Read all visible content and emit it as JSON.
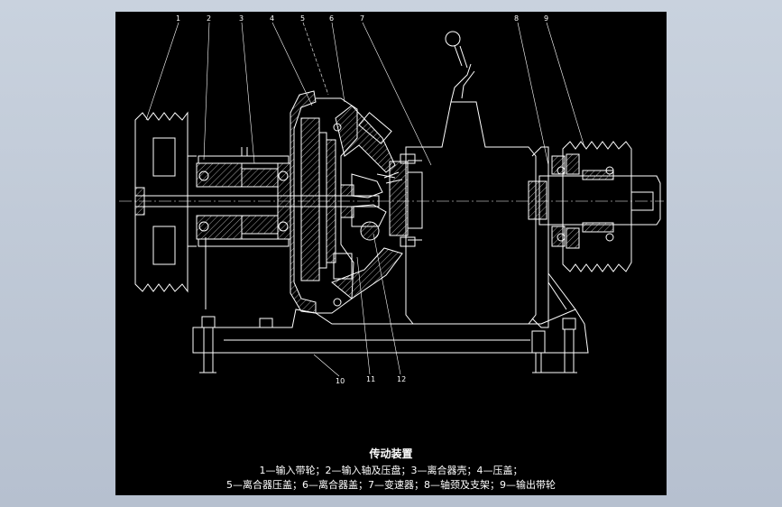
{
  "part_numbers": [
    "1",
    "2",
    "3",
    "4",
    "5",
    "6",
    "7",
    "8",
    "9",
    "10",
    "11",
    "12"
  ],
  "caption": {
    "title": "传动装置",
    "line1": "1—输入带轮；2—输入轴及压盘；3—离合器壳；4—压盖；",
    "line2": "5—离合器压盖；6—离合器盖；7—变速器；8—轴颈及支架；9—输出带轮"
  },
  "colors": {
    "background": "#c3ccd9",
    "drawing_background": "#000000",
    "line": "#ffffff",
    "hatch": "#d0d0d0"
  }
}
